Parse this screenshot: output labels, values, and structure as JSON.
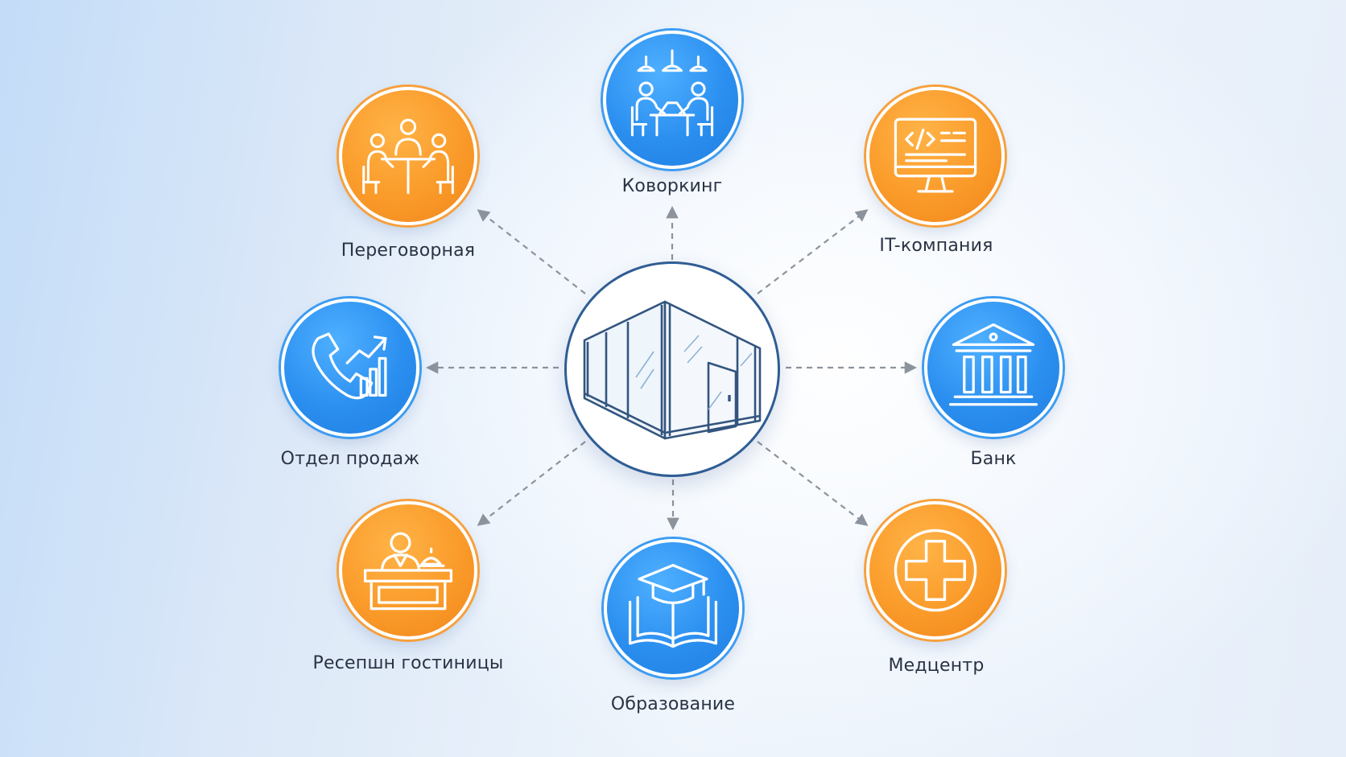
{
  "center": {
    "icon": "glass-office-cabin-icon"
  },
  "nodes": [
    {
      "id": "coworking",
      "label": "Коворкинг",
      "icon": "coworking-table-icon",
      "color": "blue"
    },
    {
      "id": "it",
      "label": "IT-компания",
      "icon": "code-monitor-icon",
      "color": "orange"
    },
    {
      "id": "bank",
      "label": "Банк",
      "icon": "bank-building-icon",
      "color": "blue"
    },
    {
      "id": "medcenter",
      "label": "Медцентр",
      "icon": "medical-cross-icon",
      "color": "orange"
    },
    {
      "id": "education",
      "label": "Образование",
      "icon": "graduation-book-icon",
      "color": "blue"
    },
    {
      "id": "reception",
      "label": "Ресепшн гостиницы",
      "icon": "reception-desk-icon",
      "color": "orange"
    },
    {
      "id": "sales",
      "label": "Отдел продаж",
      "icon": "phone-growth-chart-icon",
      "color": "blue"
    },
    {
      "id": "meeting",
      "label": "Переговорная",
      "icon": "meeting-table-icon",
      "color": "orange"
    }
  ],
  "colors": {
    "orange": "#f7941d",
    "blue": "#2b8ff0",
    "center_border": "#2f5d94",
    "arrow": "#8c939c",
    "text": "#2a3345"
  }
}
